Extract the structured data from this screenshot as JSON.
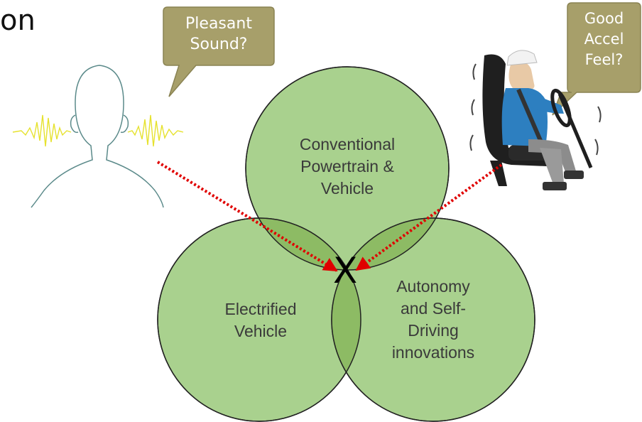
{
  "title_fragment": "on",
  "speech_bubbles": {
    "sound": {
      "lines": [
        "Pleasant",
        "Sound?"
      ]
    },
    "accel": {
      "lines": [
        "Good",
        "Accel",
        "Feel?"
      ]
    }
  },
  "venn": {
    "circles": [
      {
        "name": "conventional",
        "lines": [
          "Conventional",
          "Powertrain &",
          "Vehicle"
        ]
      },
      {
        "name": "electrified",
        "lines": [
          "Electrified",
          "Vehicle"
        ]
      },
      {
        "name": "autonomy",
        "lines": [
          "Autonomy",
          "and Self-",
          "Driving",
          "innovations"
        ]
      }
    ],
    "intersection_mark": "X"
  },
  "colors": {
    "circle_fill": "#a9d18e",
    "overlap_fill": "#8dbb64",
    "circle_stroke": "#222222",
    "bubble_fill": "#a79f6a",
    "arrow": "#e00000"
  },
  "illustrations": [
    "listener-head-icon",
    "sound-wave-icon",
    "seated-driver-icon"
  ]
}
